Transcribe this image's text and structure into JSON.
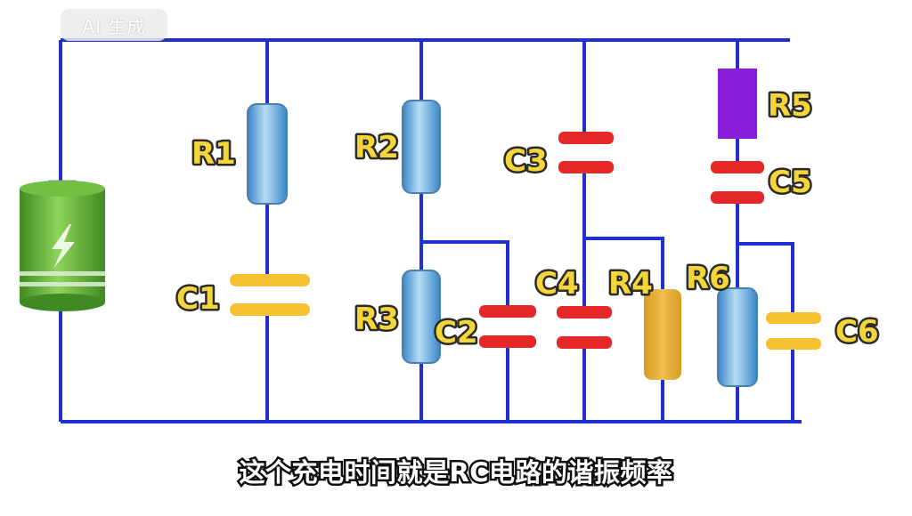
{
  "badge": {
    "text": "AI 生成"
  },
  "subtitle": "这个充电时间就是RC电路的谐振频率",
  "labels": {
    "R1": "R1",
    "R2": "R2",
    "R3": "R3",
    "R4": "R4",
    "R5": "R5",
    "R6": "R6",
    "C1": "C1",
    "C2": "C2",
    "C3": "C3",
    "C4": "C4",
    "C5": "C5",
    "C6": "C6"
  },
  "colors": {
    "wire": "#1f2fd0",
    "resistor_blue": "#7fb8e2",
    "capacitor_yellow": "#f5c130",
    "capacitor_red": "#e52727",
    "resistor_orange": "#e8b43a",
    "resistor_purple": "#8a1ed8",
    "battery_green": "#5aa834"
  },
  "icons": {
    "battery": "battery-icon",
    "lightning": "lightning-icon"
  }
}
